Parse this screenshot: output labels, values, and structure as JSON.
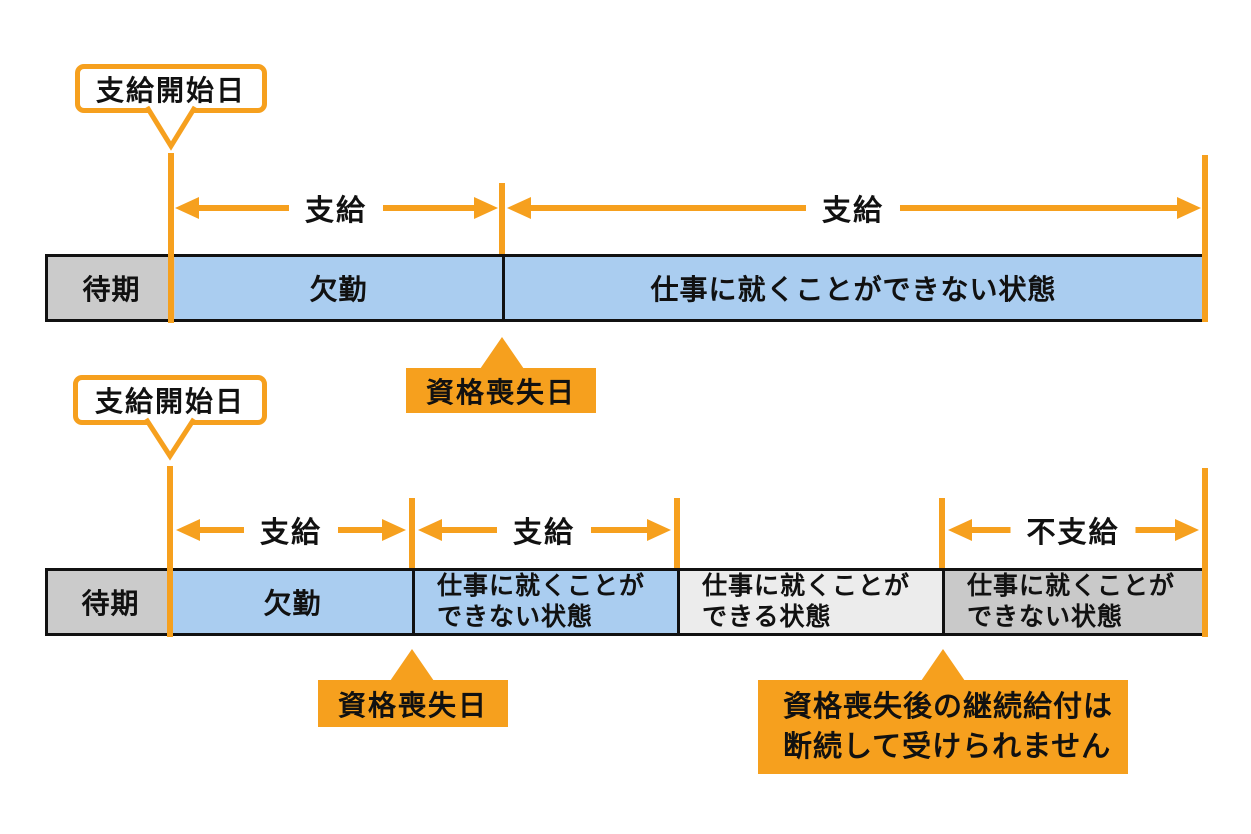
{
  "colors": {
    "accent_orange": "#f6a01e",
    "payable_blue": "#aacdf0",
    "waiting_gray": "#cbcbcb",
    "able_light_gray": "#ececec",
    "unable_gray": "#c9c9c9",
    "line_black": "#111111"
  },
  "diagram1": {
    "start_callout_label": "支給開始日",
    "arrow1_label": "支給",
    "arrow2_label": "支給",
    "bar": {
      "seg1": "待期",
      "seg2": "欠勤",
      "seg3": "仕事に就くことができない状態"
    },
    "loss_callout_label": "資格喪失日"
  },
  "diagram2": {
    "start_callout_label": "支給開始日",
    "arrow1_label": "支給",
    "arrow2_label": "支給",
    "arrow3_label": "不支給",
    "bar": {
      "seg1": "待期",
      "seg2": "欠勤",
      "seg3_line1": "仕事に就くことが",
      "seg3_line2": "できない状態",
      "seg4_line1": "仕事に就くことが",
      "seg4_line2": "できる状態",
      "seg5_line1": "仕事に就くことが",
      "seg5_line2": "できない状態"
    },
    "loss_callout_label": "資格喪失日",
    "note_line1": "資格喪失後の継続給付は",
    "note_line2": "断続して受けられません"
  }
}
